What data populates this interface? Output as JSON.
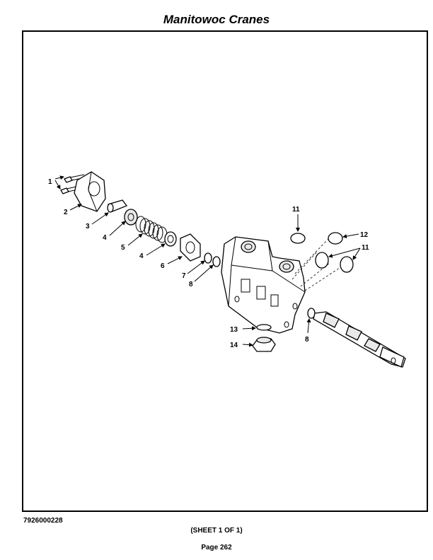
{
  "header": {
    "title": "Manitowoc Cranes"
  },
  "footer": {
    "doc_id": "7926000228",
    "sheet": "(SHEET 1 OF 1)",
    "page": "Page 262"
  },
  "diagram": {
    "callouts": [
      {
        "id": "c1a",
        "label": "1"
      },
      {
        "id": "c2",
        "label": "2"
      },
      {
        "id": "c3",
        "label": "3"
      },
      {
        "id": "c4a",
        "label": "4"
      },
      {
        "id": "c5",
        "label": "5"
      },
      {
        "id": "c4b",
        "label": "4"
      },
      {
        "id": "c6",
        "label": "6"
      },
      {
        "id": "c7",
        "label": "7"
      },
      {
        "id": "c8a",
        "label": "8"
      },
      {
        "id": "c11a",
        "label": "11"
      },
      {
        "id": "c12",
        "label": "12"
      },
      {
        "id": "c11b",
        "label": "11"
      },
      {
        "id": "c8b",
        "label": "8"
      },
      {
        "id": "c13",
        "label": "13"
      },
      {
        "id": "c14",
        "label": "14"
      }
    ]
  }
}
